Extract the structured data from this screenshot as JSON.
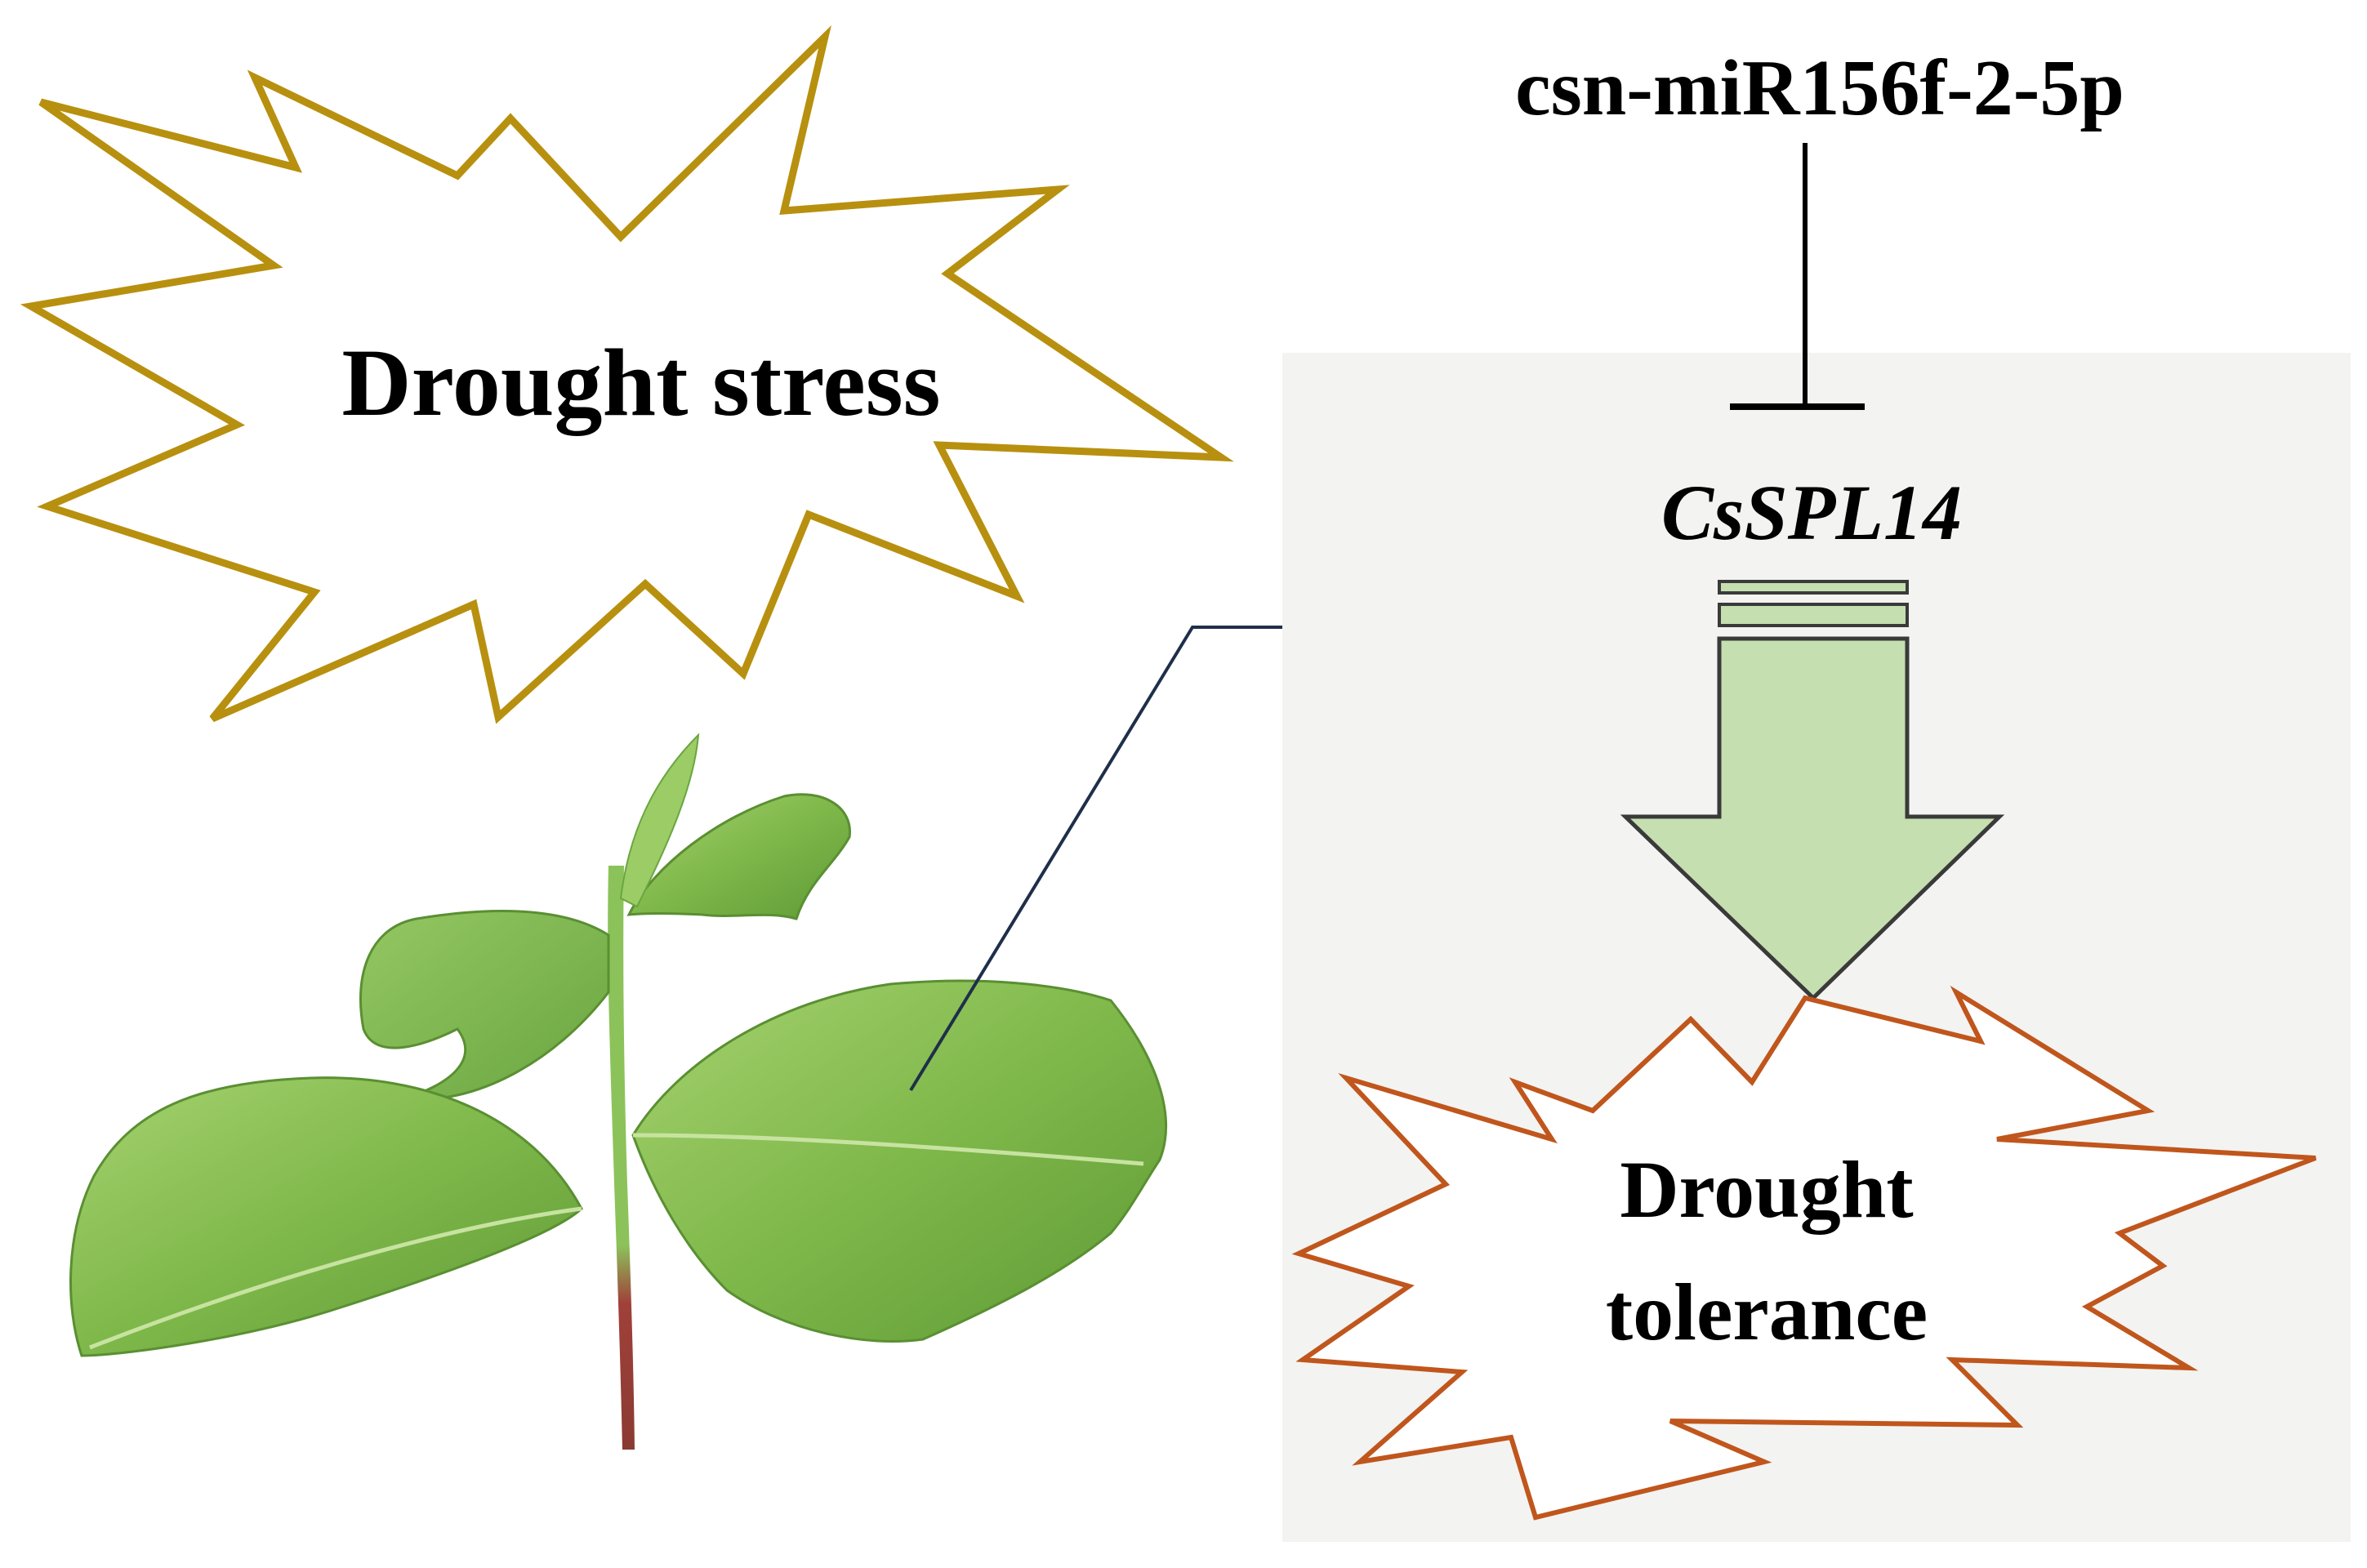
{
  "diagram": {
    "regulator_label": "csn-miR156f-2-5p",
    "stress_label": "Drought stress",
    "gene_label": "CsSPL14",
    "outcome_line1": "Drought",
    "outcome_line2": "tolerance"
  },
  "colors": {
    "stress_burst_stroke": "#b8900f",
    "outcome_burst_stroke": "#c0561c",
    "panel_background": "#f3f3f2",
    "arrow_fill": "#c5dfb0",
    "arrow_stroke": "#3a3a3a",
    "inhibition_line": "#000000",
    "pointer_line": "#1f2f4a",
    "leaf_green": "#7fb84a",
    "stem_red": "#a0403a"
  },
  "icons": {
    "plant": "tea-plant-shoot-icon",
    "inhibition": "inhibition-tbar-icon",
    "activation": "activation-arrow-icon"
  }
}
